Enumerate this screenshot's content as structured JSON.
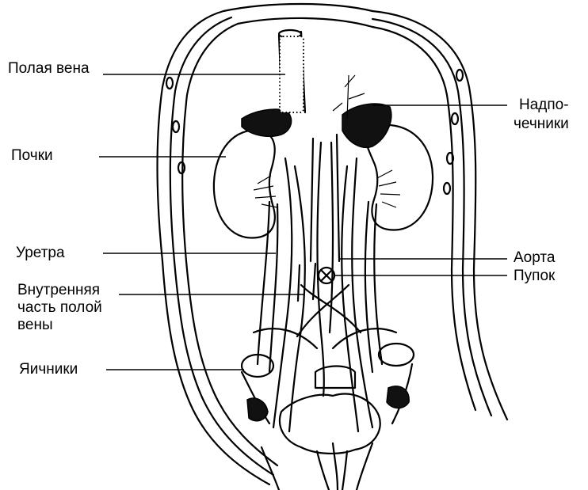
{
  "labels": {
    "vena_cava": "Полая вена",
    "kidneys": "Почки",
    "ureter": "Уретра",
    "inner_vena_line1": "Внутренняя",
    "inner_vena_line2": "часть полой",
    "inner_vena_line3": "вены",
    "ovaries": "Яичники",
    "adrenal_line1": "Надпо-",
    "adrenal_line2": "чечники",
    "aorta": "Аорта",
    "navel": "Пупок"
  }
}
